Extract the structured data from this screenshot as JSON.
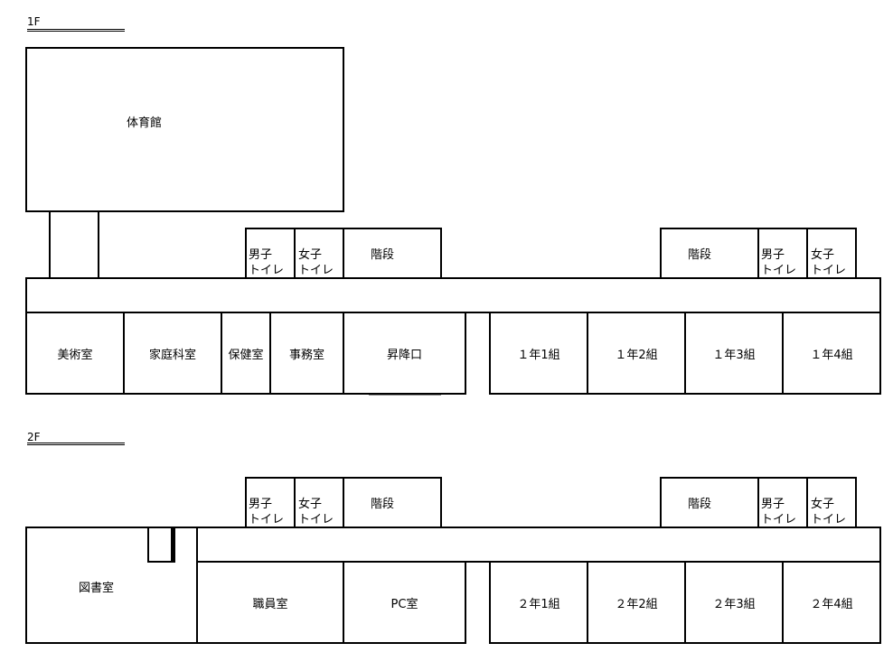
{
  "floor1": {
    "label": "1F",
    "gym": "体育館",
    "toilet_m": {
      "l1": "男子",
      "l2": "トイレ"
    },
    "toilet_f": {
      "l1": "女子",
      "l2": "トイレ"
    },
    "stairs_left": "階段",
    "stairs_right": "階段",
    "toilet_m2": {
      "l1": "男子",
      "l2": "トイレ"
    },
    "toilet_f2": {
      "l1": "女子",
      "l2": "トイレ"
    },
    "rooms": [
      "美術室",
      "家庭科室",
      "保健室",
      "事務室",
      "昇降口"
    ],
    "classes": [
      "１年1組",
      "１年2組",
      "１年3組",
      "１年4組"
    ]
  },
  "floor2": {
    "label": "2F",
    "toilet_m": {
      "l1": "男子",
      "l2": "トイレ"
    },
    "toilet_f": {
      "l1": "女子",
      "l2": "トイレ"
    },
    "stairs_left": "階段",
    "stairs_right": "階段",
    "toilet_m2": {
      "l1": "男子",
      "l2": "トイレ"
    },
    "toilet_f2": {
      "l1": "女子",
      "l2": "トイレ"
    },
    "library": "図書室",
    "rooms": [
      "職員室",
      "PC室"
    ],
    "classes": [
      "２年1組",
      "２年2組",
      "２年3組",
      "２年4組"
    ]
  }
}
